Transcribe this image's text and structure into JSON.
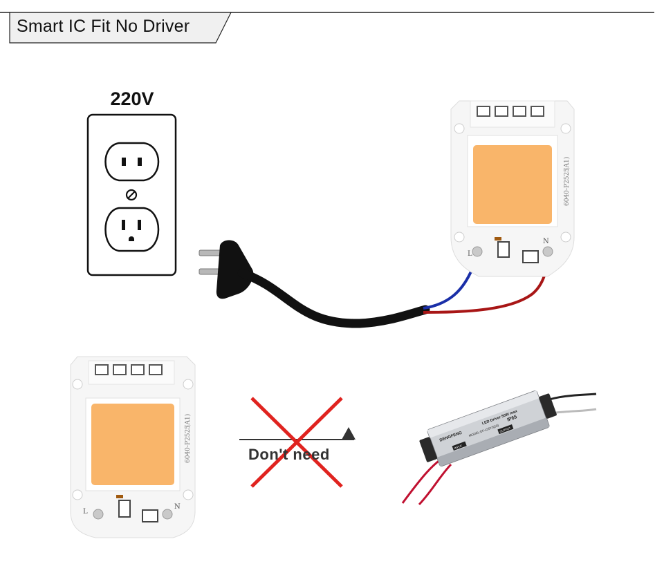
{
  "header": {
    "title": "Smart IC Fit No Driver"
  },
  "outlet": {
    "voltage": "220V"
  },
  "no_driver": {
    "label": "Don't need"
  },
  "chip": {
    "model": "6040-P2525",
    "rev": "(A1)",
    "pin_left": "L",
    "pin_right": "N"
  },
  "driver": {
    "brand": "DENGFENG",
    "title": "LED Driver 50W max",
    "model": "MODEL:DF-L50Y3(50)",
    "ip": "IP65",
    "input": "INPUT",
    "output": "OUTPUT"
  },
  "colors": {
    "chip_phosphor": "#f9b56a",
    "wire_blue": "#1a2fa8",
    "wire_red": "#a81616",
    "cross_red": "#e0231f"
  }
}
